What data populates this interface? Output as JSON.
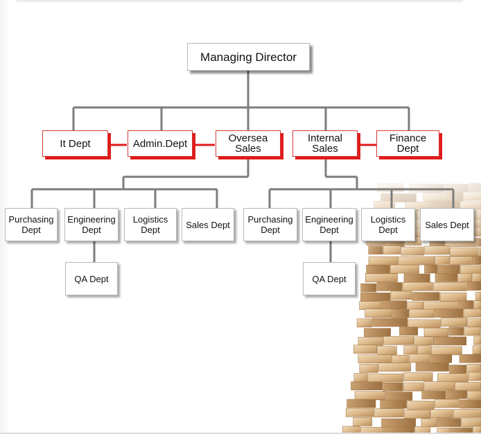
{
  "diagram": {
    "root": {
      "label": "Managing Director"
    },
    "departments": [
      {
        "label": "It Dept"
      },
      {
        "label": "Admin.Dept"
      },
      {
        "label": "Oversea\nSales"
      },
      {
        "label": "Internal\nSales"
      },
      {
        "label": "Finance\nDept"
      }
    ],
    "oversea_sales_units": [
      {
        "label": "Purchasing\nDept"
      },
      {
        "label": "Engineering\nDept"
      },
      {
        "label": "Logistics\nDept"
      },
      {
        "label": "Sales Dept"
      }
    ],
    "oversea_sub": {
      "label": "QA Dept"
    },
    "internal_sales_units": [
      {
        "label": "Purchasing\nDept"
      },
      {
        "label": "Engineering\nDept"
      },
      {
        "label": "Logistics\nDept"
      },
      {
        "label": "Sales Dept"
      }
    ],
    "internal_sub": {
      "label": "QA Dept"
    }
  },
  "colors": {
    "connector": "#7c7c7c",
    "highlight": "#e01b1b",
    "wood": "#d9b88c"
  }
}
